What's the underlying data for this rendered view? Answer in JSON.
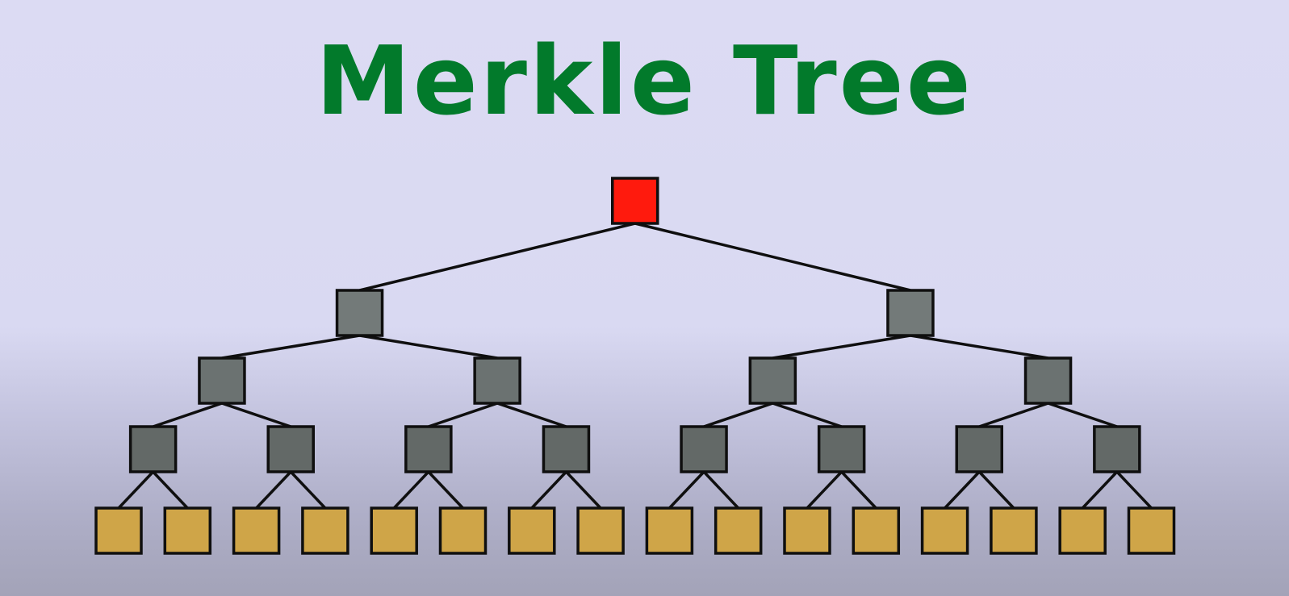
{
  "title": "Merkle Tree",
  "colors": {
    "background_top": "#dcdbf3",
    "background_bottom": "#a3a3b8",
    "title": "#027a2b",
    "root_node": "#ff1a0d",
    "level1_node": "#737a79",
    "level2_node": "#6b7271",
    "level3_node": "#636967",
    "leaf_node": "#cfa548",
    "edge": "#0f0f0f"
  },
  "tree": {
    "levels": 5,
    "node_counts": [
      1,
      2,
      4,
      8,
      16
    ]
  }
}
